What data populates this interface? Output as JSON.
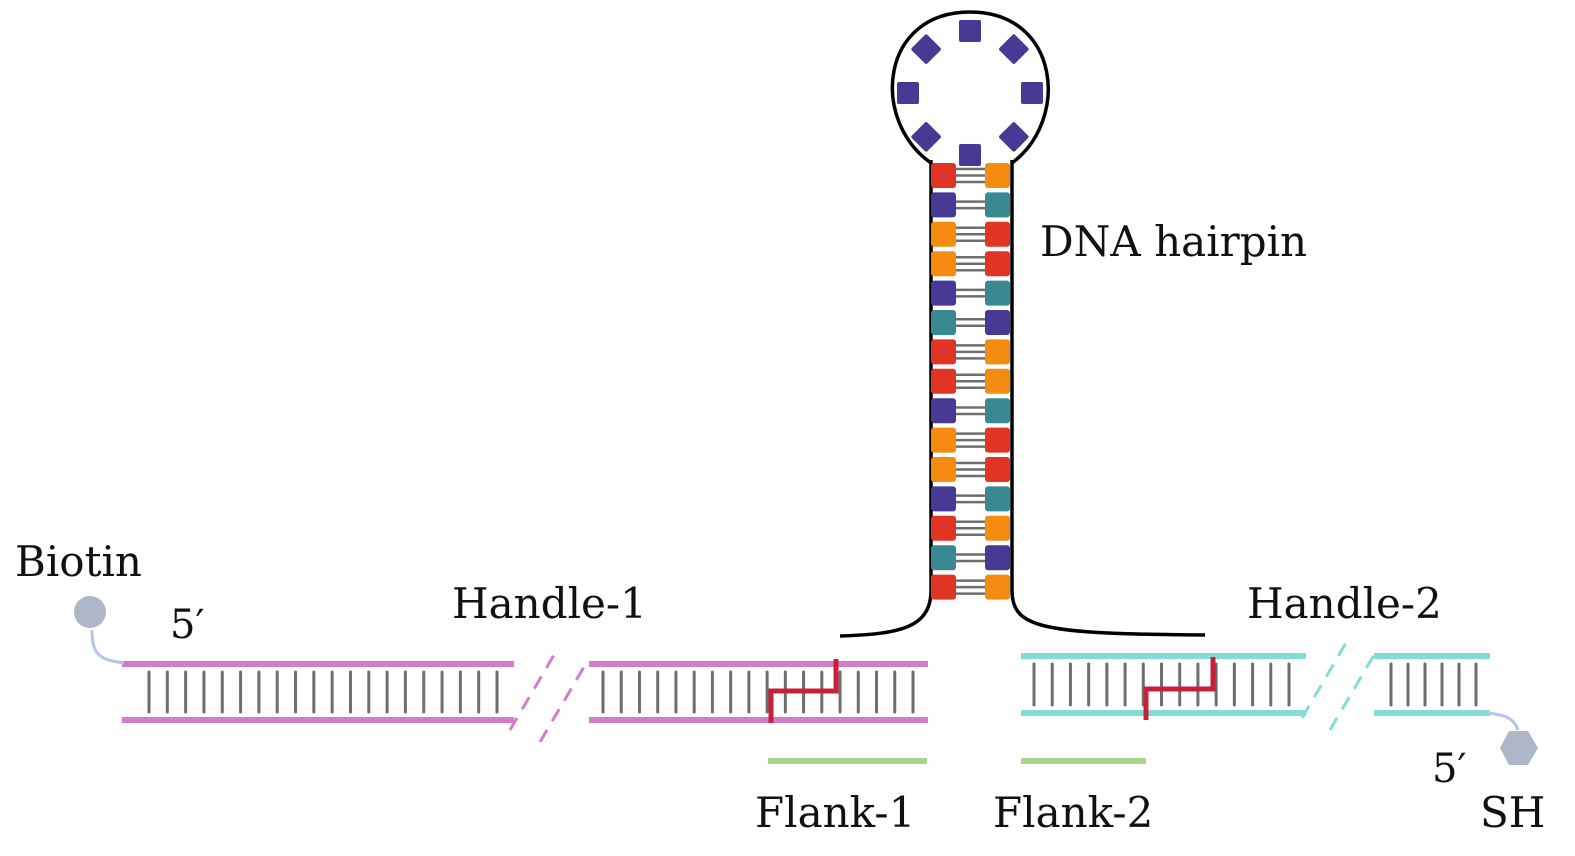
{
  "labels": {
    "hairpin": "DNA hairpin",
    "handle1": "Handle-1",
    "handle2": "Handle-2",
    "biotin": "Biotin",
    "five_prime_left": "5′",
    "five_prime_right": "5′",
    "thiol": "SH",
    "flank1": "Flank-1",
    "flank2": "Flank-2"
  },
  "colors": {
    "handle1_strand": "#d47ccc",
    "handle2_strand": "#84dcd6",
    "flank": "#a8d48c",
    "ligation_nick": "#c8203a",
    "rung": "#6e6e6e",
    "loop_base": "#483a94",
    "biotin": "#adb7c8",
    "thiol": "#adb7c8",
    "linker": "#b4c4e4",
    "outline": "#000000",
    "base_red": "#e03524",
    "base_orange": "#f48c12",
    "base_purple": "#483a94",
    "base_teal": "#3a8890"
  },
  "hairpin": {
    "loop_bases": 8,
    "stem_pairs": [
      {
        "left": "red",
        "right": "orange",
        "bonds": 3
      },
      {
        "left": "purple",
        "right": "teal",
        "bonds": 2
      },
      {
        "left": "orange",
        "right": "red",
        "bonds": 3
      },
      {
        "left": "orange",
        "right": "red",
        "bonds": 3
      },
      {
        "left": "purple",
        "right": "teal",
        "bonds": 2
      },
      {
        "left": "teal",
        "right": "purple",
        "bonds": 2
      },
      {
        "left": "red",
        "right": "orange",
        "bonds": 3
      },
      {
        "left": "red",
        "right": "orange",
        "bonds": 3
      },
      {
        "left": "purple",
        "right": "teal",
        "bonds": 2
      },
      {
        "left": "orange",
        "right": "red",
        "bonds": 3
      },
      {
        "left": "orange",
        "right": "red",
        "bonds": 3
      },
      {
        "left": "purple",
        "right": "teal",
        "bonds": 2
      },
      {
        "left": "red",
        "right": "orange",
        "bonds": 3
      },
      {
        "left": "teal",
        "right": "purple",
        "bonds": 2
      },
      {
        "left": "red",
        "right": "orange",
        "bonds": 3
      }
    ]
  },
  "handles": {
    "handle1_segments": [
      {
        "rungs": 20
      },
      {
        "rungs": 18
      }
    ],
    "handle2_segments": [
      {
        "rungs": 15
      },
      {
        "rungs": 6
      }
    ]
  }
}
